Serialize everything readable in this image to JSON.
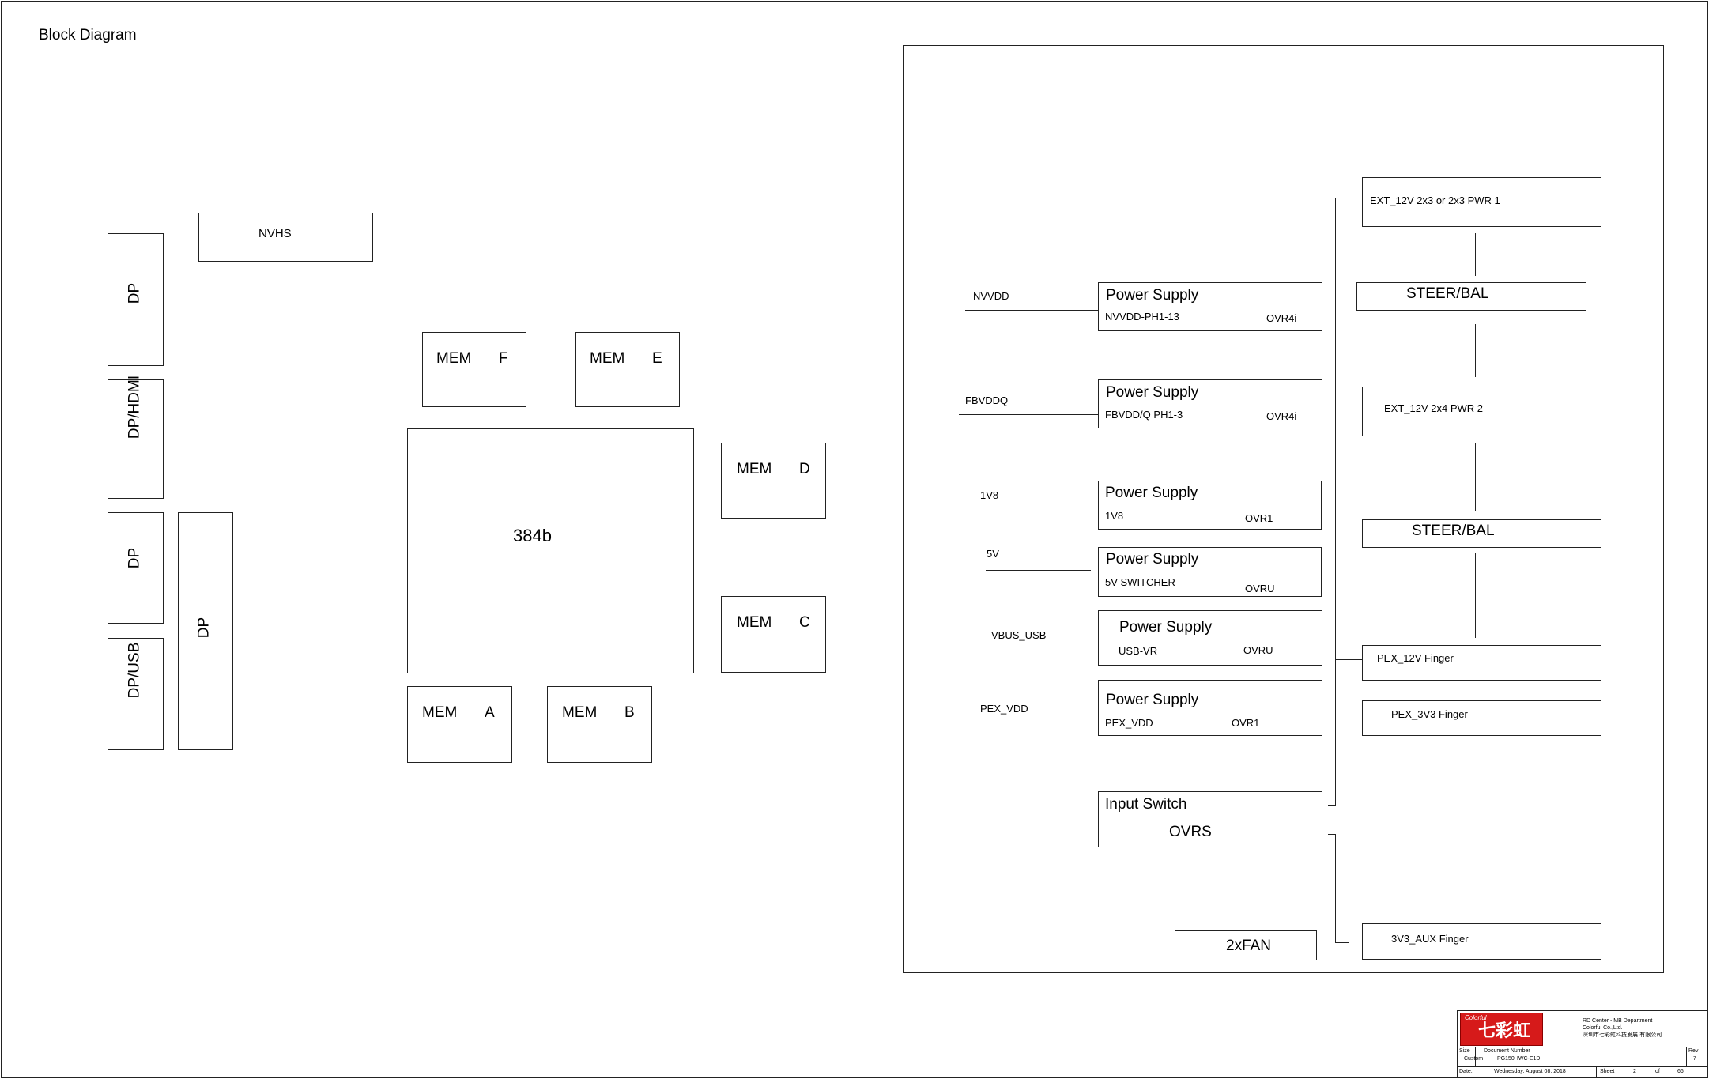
{
  "title": "Block Diagram",
  "nvhs": "NVHS",
  "connectors": {
    "dp1": "DP",
    "dp_hdmi": "DP/HDMI",
    "dp2": "DP",
    "dp_usb": "DP/USB",
    "dp3": "DP"
  },
  "gpu": "384b",
  "memory": {
    "f": {
      "name": "MEM",
      "letter": "F"
    },
    "e": {
      "name": "MEM",
      "letter": "E"
    },
    "d": {
      "name": "MEM",
      "letter": "D"
    },
    "c": {
      "name": "MEM",
      "letter": "C"
    },
    "a": {
      "name": "MEM",
      "letter": "A"
    },
    "b": {
      "name": "MEM",
      "letter": "B"
    }
  },
  "power": {
    "supplies": [
      {
        "rail": "NVVDD",
        "title": "Power Supply",
        "sub": "NVVDD-PH1-13",
        "ref": "OVR4i"
      },
      {
        "rail": "FBVDDQ",
        "title": "Power Supply",
        "sub": "FBVDD/Q PH1-3",
        "ref": "OVR4i"
      },
      {
        "rail": "1V8",
        "title": "Power Supply",
        "sub": "1V8",
        "ref": "OVR1"
      },
      {
        "rail": "5V",
        "title": "Power Supply",
        "sub": "5V SWITCHER",
        "ref": "OVRU"
      },
      {
        "rail": "VBUS_USB",
        "title": "Power Supply",
        "sub": "USB-VR",
        "ref": "OVRU"
      },
      {
        "rail": "PEX_VDD",
        "title": "Power Supply",
        "sub": "PEX_VDD",
        "ref": "OVR1"
      }
    ],
    "input_switch": {
      "title": "Input Switch",
      "ref": "OVRS"
    },
    "fan": "2xFAN",
    "inputs": {
      "ext1": "EXT_12V  2x3 or 2x3 PWR 1",
      "steer1": "STEER/BAL",
      "ext2": "EXT_12V 2x4 PWR 2",
      "steer2": "STEER/BAL",
      "pex12": "PEX_12V Finger",
      "pex33": "PEX_3V3 Finger",
      "aux": "3V3_AUX Finger"
    }
  },
  "title_block": {
    "logo_text": "七彩虹",
    "logo_small": "Colorful",
    "company_line1": "RD Center - MB Department",
    "company_line2": "Colorful Co.,Ltd.",
    "company_line3": "深圳市七彩虹科技发展 有限公司",
    "size_label": "Size",
    "size_value": "Custom",
    "docnum_label": "Document Number",
    "docnum_value": "PG150HWC-E1D",
    "rev_label": "Rev",
    "rev_value": "7",
    "date_label": "Date:",
    "date_value": "Wednesday, August 08, 2018",
    "sheet_label": "Sheet",
    "sheet_num": "2",
    "of_label": "of",
    "sheet_total": "66"
  }
}
